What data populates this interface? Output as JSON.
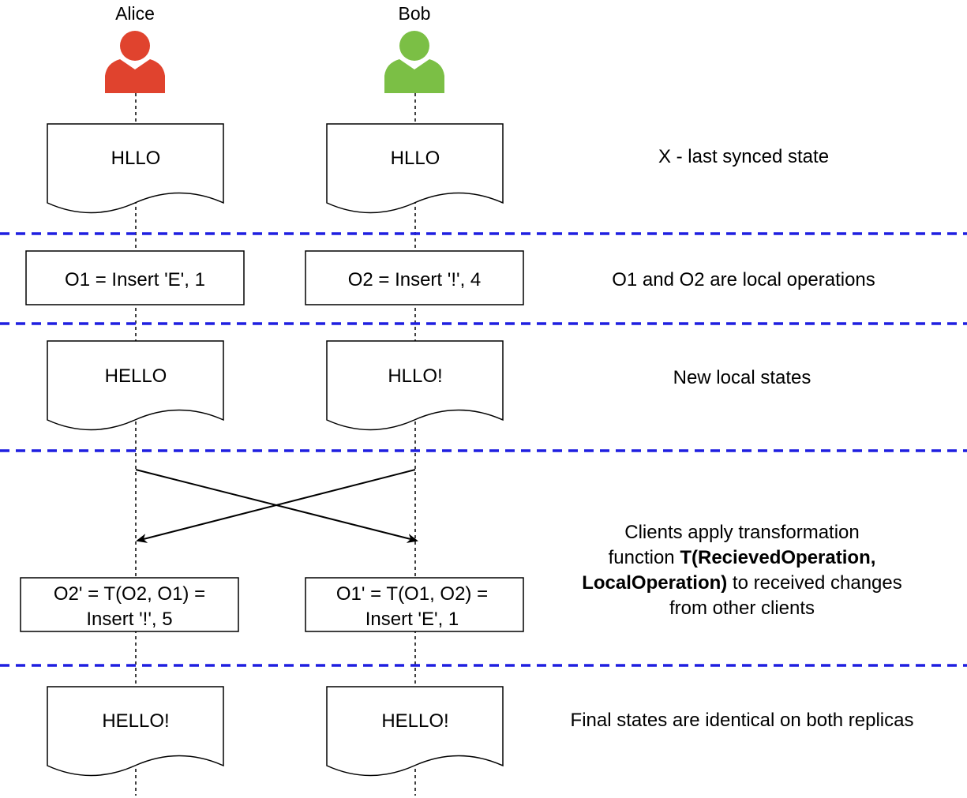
{
  "colors": {
    "alice": "#e0432e",
    "bob": "#7bbf45",
    "separator": "#1f1fe0",
    "line": "#000000"
  },
  "actors": [
    {
      "name": "Alice",
      "icon": "user-icon"
    },
    {
      "name": "Bob",
      "icon": "user-icon"
    }
  ],
  "states": {
    "synced": {
      "alice": "HLLO",
      "bob": "HLLO"
    },
    "local": {
      "alice": "HELLO",
      "bob": "HLLO!"
    },
    "final": {
      "alice": "HELLO!",
      "bob": "HELLO!"
    }
  },
  "operations": {
    "alice": "O1 = Insert 'E', 1",
    "bob": "O2 = Insert '!', 4"
  },
  "transformed": {
    "alice": {
      "line1": "O2' = T(O2, O1) =",
      "line2": "Insert '!', 5"
    },
    "bob": {
      "line1": "O1' = T(O1, O2) =",
      "line2": "Insert 'E', 1"
    }
  },
  "notes": {
    "synced": "X - last synced state",
    "local_ops": "O1 and O2 are local operations",
    "new_states": "New local states",
    "transform": {
      "line1": "Clients apply transformation",
      "line2_prefix": "function ",
      "line2_bold": "T(RecievedOperation,",
      "line3_bold": "LocalOperation)",
      "line3_suffix": " to received changes",
      "line4": "from other clients"
    },
    "final": "Final states are identical on both replicas"
  }
}
